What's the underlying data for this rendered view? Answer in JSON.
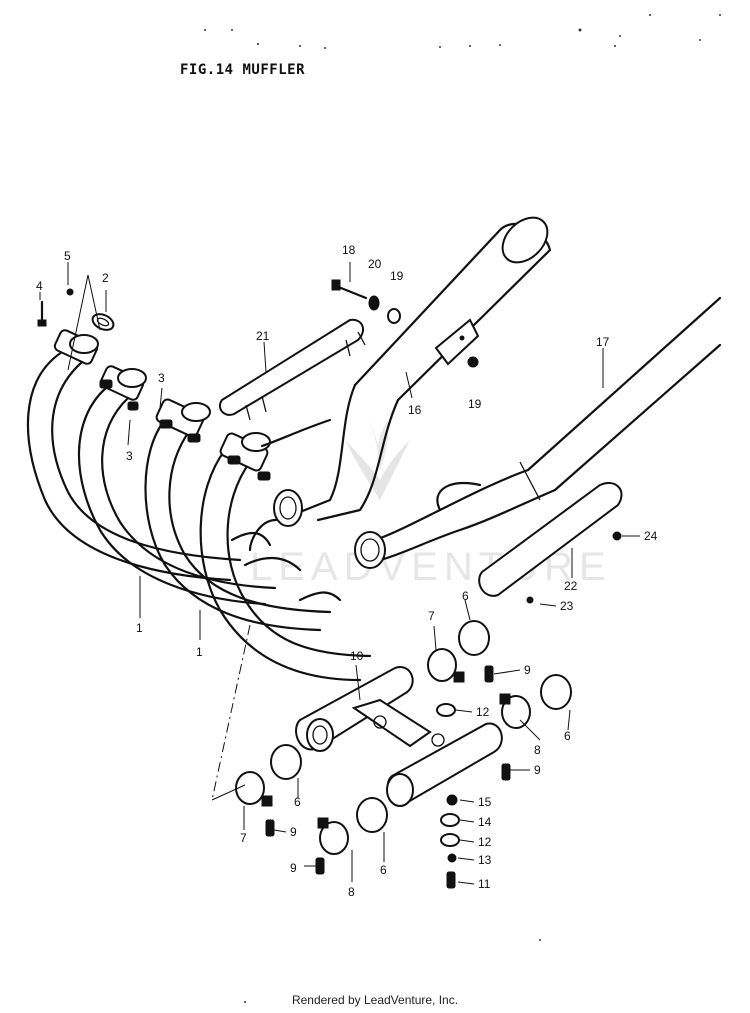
{
  "figure": {
    "title": "FIG.14  MUFFLER",
    "footer": "Rendered by LeadVenture, Inc.",
    "watermark": "LEADVENTURE"
  },
  "callouts": [
    {
      "id": "c1",
      "label": "1"
    },
    {
      "id": "c2",
      "label": "1"
    },
    {
      "id": "c3",
      "label": "2"
    },
    {
      "id": "c4",
      "label": "3"
    },
    {
      "id": "c5",
      "label": "3"
    },
    {
      "id": "c6",
      "label": "4"
    },
    {
      "id": "c7",
      "label": "5"
    },
    {
      "id": "c8",
      "label": "6"
    },
    {
      "id": "c9",
      "label": "6"
    },
    {
      "id": "c10",
      "label": "6"
    },
    {
      "id": "c11",
      "label": "6"
    },
    {
      "id": "c12",
      "label": "7"
    },
    {
      "id": "c13",
      "label": "7"
    },
    {
      "id": "c14",
      "label": "8"
    },
    {
      "id": "c15",
      "label": "8"
    },
    {
      "id": "c16",
      "label": "9"
    },
    {
      "id": "c17",
      "label": "9"
    },
    {
      "id": "c18",
      "label": "9"
    },
    {
      "id": "c19",
      "label": "9"
    },
    {
      "id": "c20",
      "label": "10"
    },
    {
      "id": "c21",
      "label": "11"
    },
    {
      "id": "c22",
      "label": "12"
    },
    {
      "id": "c23",
      "label": "12"
    },
    {
      "id": "c24",
      "label": "13"
    },
    {
      "id": "c25",
      "label": "14"
    },
    {
      "id": "c26",
      "label": "15"
    },
    {
      "id": "c27",
      "label": "16"
    },
    {
      "id": "c28",
      "label": "17"
    },
    {
      "id": "c29",
      "label": "18"
    },
    {
      "id": "c30",
      "label": "19"
    },
    {
      "id": "c31",
      "label": "19"
    },
    {
      "id": "c32",
      "label": "20"
    },
    {
      "id": "c33",
      "label": "21"
    },
    {
      "id": "c34",
      "label": "22"
    },
    {
      "id": "c35",
      "label": "23"
    },
    {
      "id": "c36",
      "label": "24"
    }
  ]
}
